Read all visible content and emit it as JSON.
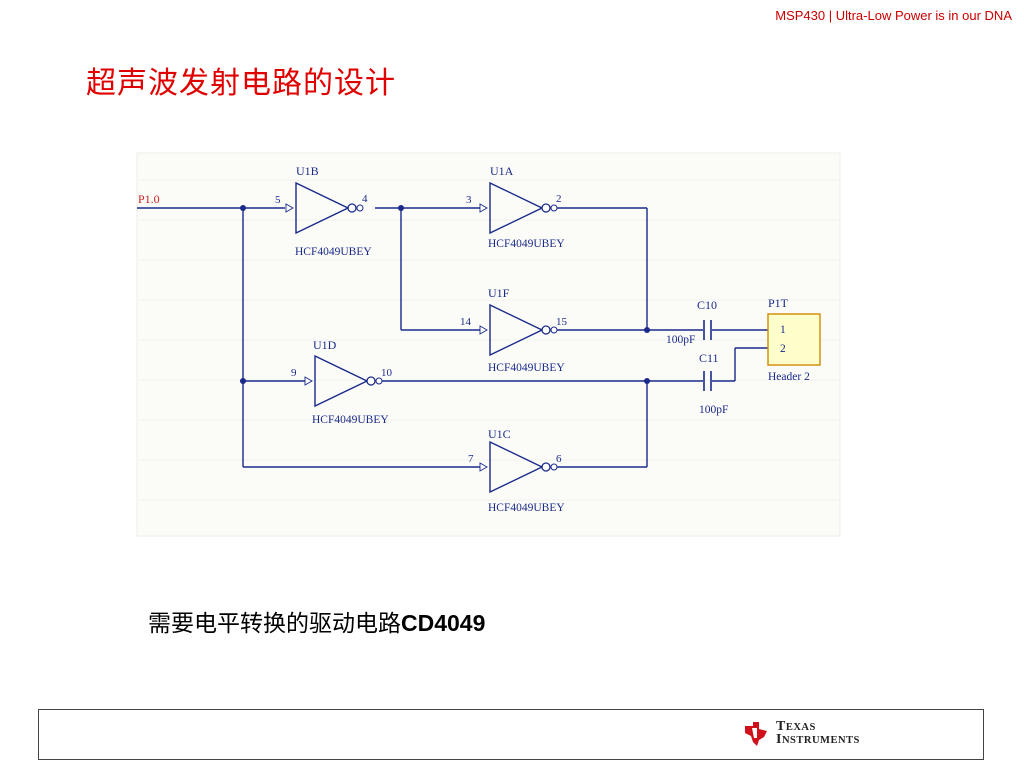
{
  "header": {
    "tagline": "MSP430 | Ultra-Low Power is in our DNA"
  },
  "slide": {
    "title": "超声波发射电路的设计"
  },
  "schematic": {
    "input_net": "P1.0",
    "gates": [
      {
        "ref": "U1B",
        "part": "HCF4049UBEY",
        "pin_in": "5",
        "pin_out": "4"
      },
      {
        "ref": "U1A",
        "part": "HCF4049UBEY",
        "pin_in": "3",
        "pin_out": "2"
      },
      {
        "ref": "U1F",
        "part": "HCF4049UBEY",
        "pin_in": "14",
        "pin_out": "15"
      },
      {
        "ref": "U1D",
        "part": "HCF4049UBEY",
        "pin_in": "9",
        "pin_out": "10"
      },
      {
        "ref": "U1C",
        "part": "HCF4049UBEY",
        "pin_in": "7",
        "pin_out": "6"
      }
    ],
    "capacitors": [
      {
        "ref": "C10",
        "value": "100pF"
      },
      {
        "ref": "C11",
        "value": "100pF"
      }
    ],
    "header": {
      "ref": "P1T",
      "name": "Header 2",
      "pin1": "1",
      "pin2": "2"
    }
  },
  "caption": {
    "text": "需要电平转换的驱动电路",
    "part": "CD4049"
  },
  "footer": {
    "logo_line1": "Texas",
    "logo_line2": "Instruments"
  },
  "colors": {
    "wire": "#1a2a8a",
    "label": "#1a2a8a",
    "net_red": "#cc2222",
    "title_red": "#e00000",
    "header_fill": "#ffffcc",
    "header_stroke": "#d08a00"
  }
}
